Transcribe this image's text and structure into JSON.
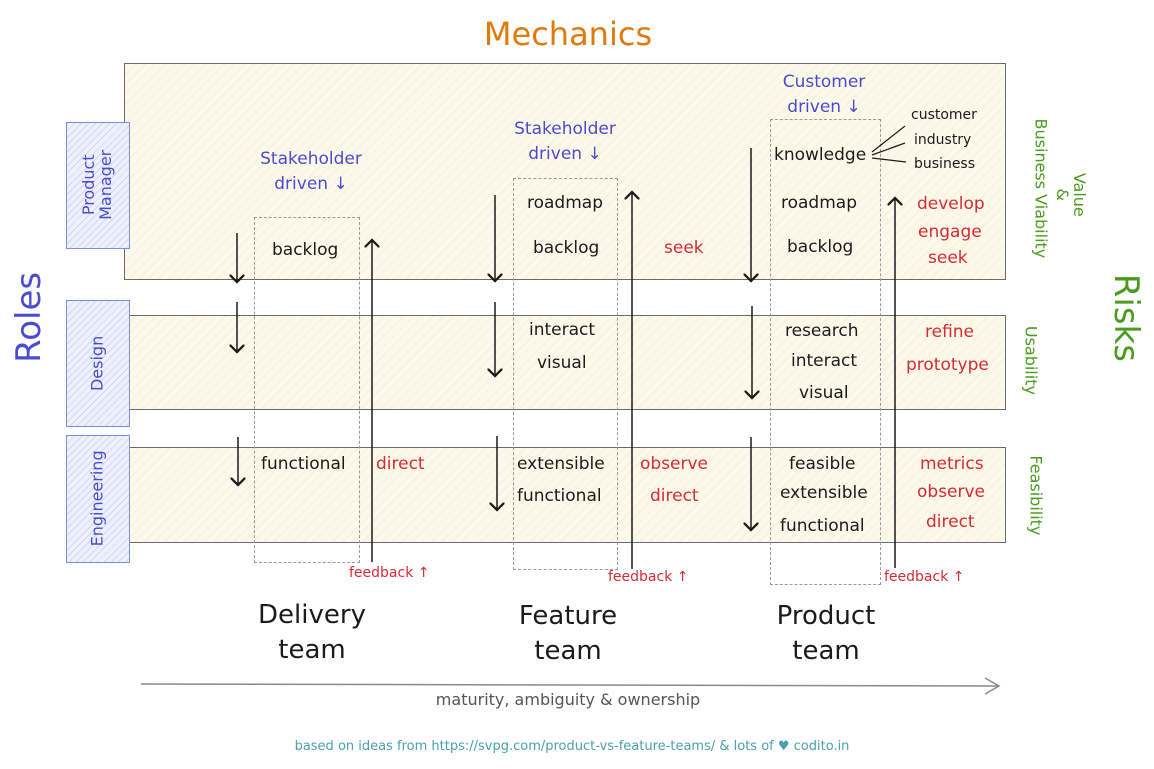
{
  "title": "Mechanics",
  "roles_label": "Roles",
  "risks_label": "Risks",
  "roles": [
    {
      "label": "Product Manager"
    },
    {
      "label": "Design"
    },
    {
      "label": "Engineering"
    }
  ],
  "risks": [
    {
      "label": "Business Viability",
      "extra": "Value\n&"
    },
    {
      "label": "Usability"
    },
    {
      "label": "Feasibility"
    }
  ],
  "teams": [
    {
      "name": "Delivery\nteam",
      "driver": "Stakeholder\ndriven ↓",
      "pm_items": [
        "backlog"
      ],
      "pm_actions": [],
      "design_items": [],
      "design_actions": [],
      "eng_items": [
        "functional"
      ],
      "eng_actions": [
        "direct"
      ],
      "feedback": "feedback ↑"
    },
    {
      "name": "Feature\nteam",
      "driver": "Stakeholder\ndriven ↓",
      "pm_items": [
        "roadmap",
        "backlog"
      ],
      "pm_actions": [
        "seek"
      ],
      "design_items": [
        "interact",
        "visual"
      ],
      "design_actions": [],
      "eng_items": [
        "extensible",
        "functional"
      ],
      "eng_actions": [
        "observe",
        "direct"
      ],
      "feedback": "feedback ↑"
    },
    {
      "name": "Product\nteam",
      "driver": "Customer\ndriven ↓",
      "pm_items": [
        "knowledge",
        "roadmap",
        "backlog"
      ],
      "knowledge_sources": [
        "customer",
        "industry",
        "business"
      ],
      "pm_actions": [
        "develop",
        "engage",
        "seek"
      ],
      "design_items": [
        "research",
        "interact",
        "visual"
      ],
      "design_actions": [
        "refine",
        "prototype"
      ],
      "eng_items": [
        "feasible",
        "extensible",
        "functional"
      ],
      "eng_actions": [
        "metrics",
        "observe",
        "direct"
      ],
      "feedback": "feedback ↑"
    }
  ],
  "axis_label": "maturity, ambiguity & ownership",
  "footer": "based on ideas from https://svpg.com/product-vs-feature-teams/ & lots of ♥ codito.in",
  "colors": {
    "title": "#e27a0b",
    "roles": "#4a4bd0",
    "risks": "#4a9c1e",
    "actions": "#d42b34",
    "drivers": "#4a4bd0",
    "band": "#fdf9ea",
    "footer": "#4aa0b0"
  }
}
